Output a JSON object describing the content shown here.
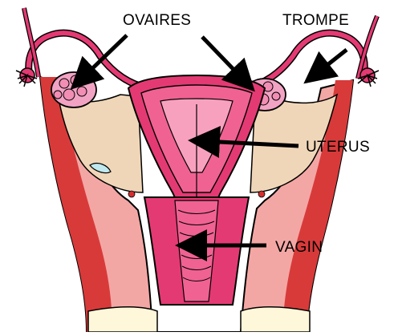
{
  "labels": {
    "ovaires": "OVAIRES",
    "trompe": "TROMPE",
    "uterus": "UTERUS",
    "vagin": "VAGIN"
  },
  "colors": {
    "outline": "#000000",
    "tube": "#e43a73",
    "tube_light": "#ee6c97",
    "uterus_inner": "#f06292",
    "uterus_core": "#f8a1bf",
    "body_red": "#d83a3a",
    "body_pink": "#f3a7a4",
    "tissue": "#f0d6b8",
    "ovary": "#f2a3c3",
    "cyst": "#bfe9ef",
    "bottom": "#fff7d9"
  }
}
